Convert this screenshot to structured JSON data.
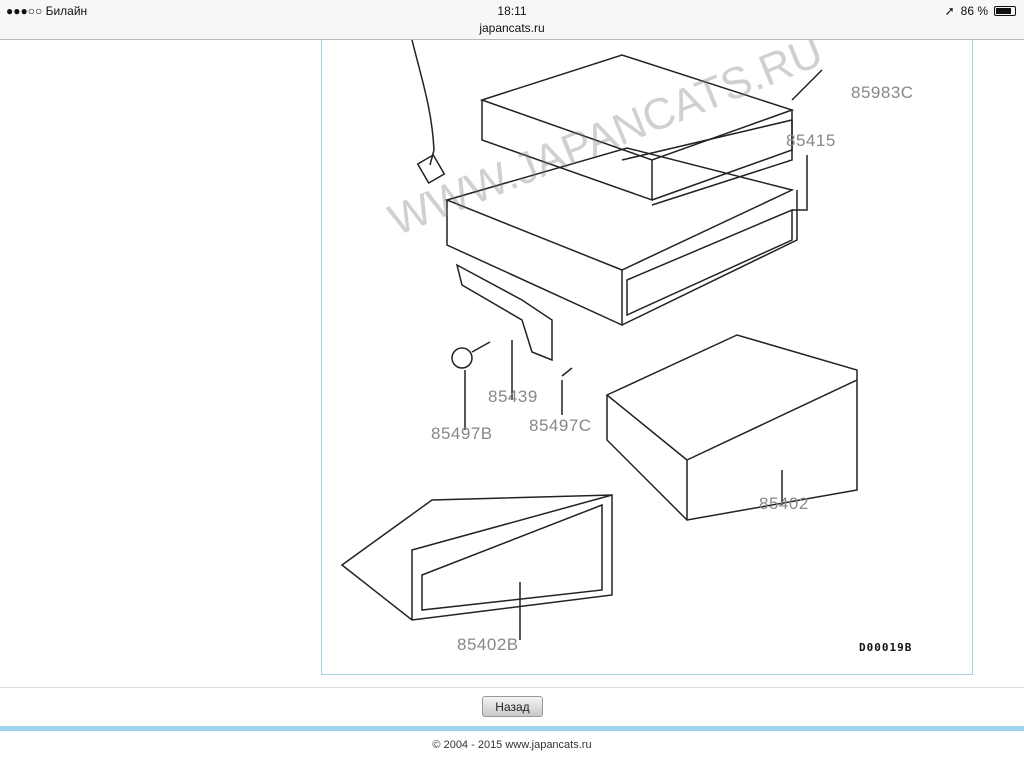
{
  "status_bar": {
    "carrier": "●●●○○ Билайн",
    "time": "18:11",
    "url": "japancats.ru",
    "battery": "86 %",
    "battery_level": 86
  },
  "diagram": {
    "watermark": "WWW.JAPANCATS.RU",
    "code": "D00019B",
    "parts": [
      "85983C",
      "85415",
      "85439",
      "85497B",
      "85497C",
      "85402",
      "85402B"
    ]
  },
  "back_button": "Назад",
  "footer": "© 2004 - 2015 www.japancats.ru"
}
